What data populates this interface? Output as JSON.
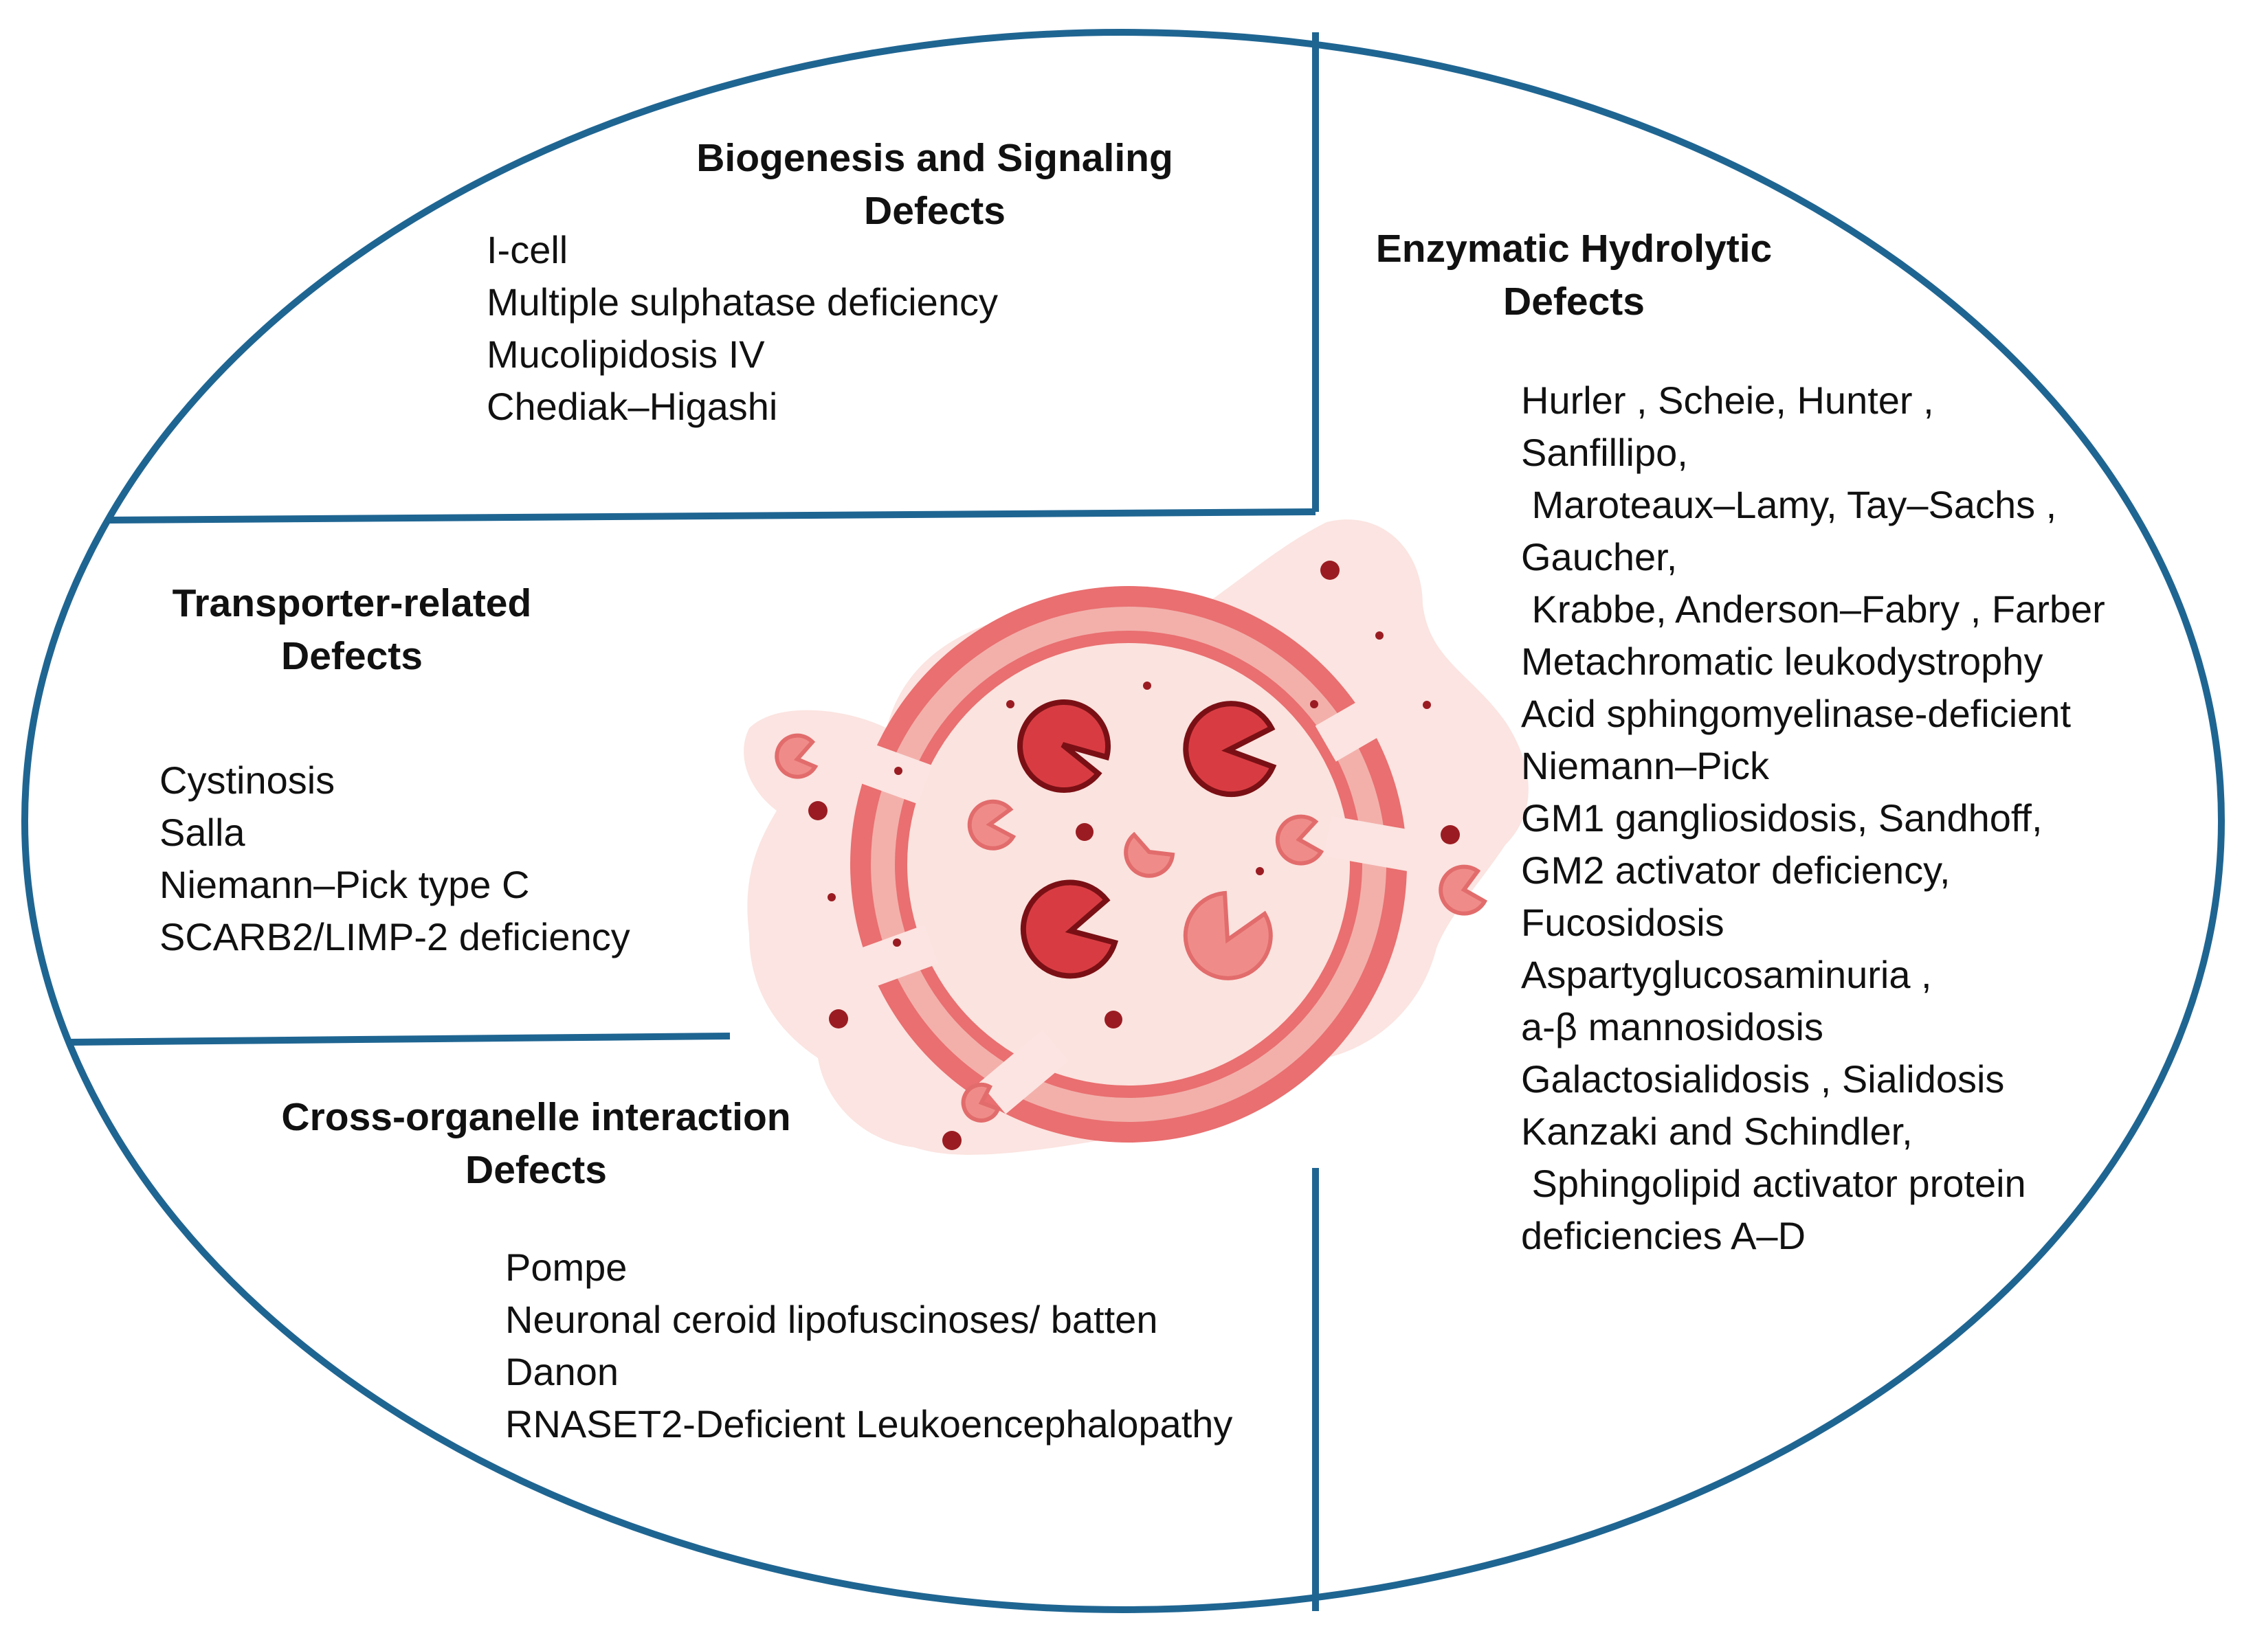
{
  "colors": {
    "frame": "#1f6592",
    "lysosome_outer": "#e96f70",
    "lysosome_band": "#f3b0ab",
    "lysosome_inner": "#fbe3df",
    "halo": "#fbe4e1",
    "dark_red": "#9a1c22",
    "pacman_dark": "#d83c42",
    "pacman_light": "#ef8c89"
  },
  "icons": [
    "lysosome-icon",
    "enzyme-pacman-icon",
    "particle-dot-icon"
  ],
  "sections": {
    "biogenesis": {
      "heading": [
        "Biogenesis and Signaling",
        "Defects"
      ],
      "items": [
        "I-cell",
        "Multiple sulphatase deficiency",
        "Mucolipidosis IV",
        "Chediak–Higashi"
      ]
    },
    "enzymatic": {
      "heading": [
        "Enzymatic Hydrolytic",
        "Defects"
      ],
      "items": [
        "Hurler , Scheie, Hunter ,",
        "Sanfillipo,",
        " Maroteaux–Lamy, Tay–Sachs ,",
        "Gaucher,",
        " Krabbe, Anderson–Fabry , Farber",
        "Metachromatic leukodystrophy",
        "Acid sphingomyelinase-deficient",
        "Niemann–Pick",
        "GM1 gangliosidosis, Sandhoff,",
        "GM2 activator deficiency,",
        "Fucosidosis",
        "Aspartyglucosaminuria ,",
        "a-β mannosidosis",
        "Galactosialidosis , Sialidosis",
        "Kanzaki and Schindler,",
        " Sphingolipid activator protein",
        "deficiencies A–D"
      ]
    },
    "transporter": {
      "heading": [
        "Transporter-related",
        "Defects"
      ],
      "items": [
        "Cystinosis",
        "Salla",
        "Niemann–Pick type C",
        "SCARB2/LIMP-2 deficiency"
      ]
    },
    "cross_organelle": {
      "heading": [
        "Cross-organelle interaction",
        "Defects"
      ],
      "items": [
        "Pompe",
        "Neuronal ceroid lipofuscinoses/ batten",
        "Danon",
        "RNASET2-Deficient Leukoencephalopathy"
      ]
    }
  }
}
